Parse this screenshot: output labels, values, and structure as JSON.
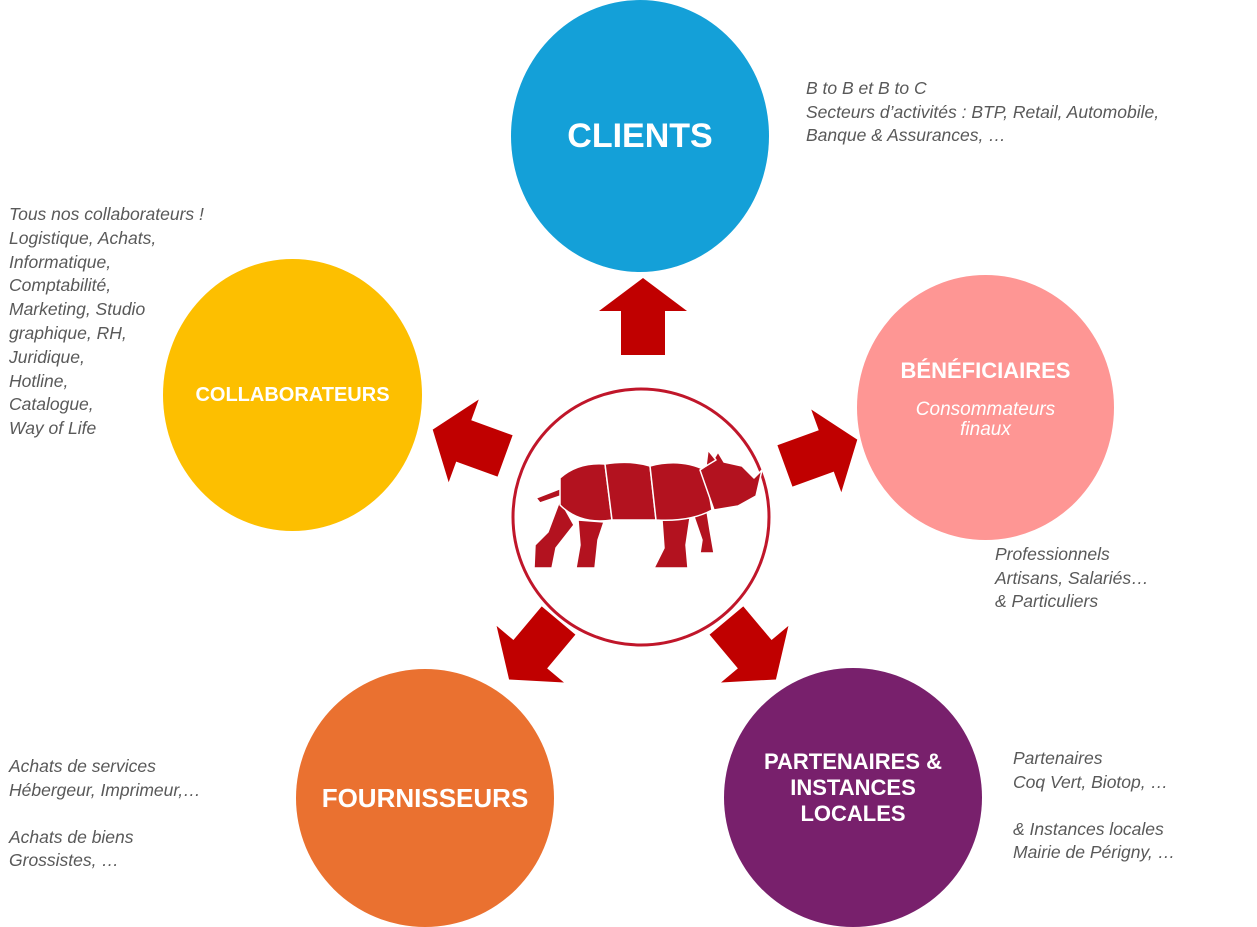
{
  "colors": {
    "clients": "#14a0d8",
    "collaborateurs": "#fdbf00",
    "beneficiaires": "#fe9694",
    "fournisseurs": "#ea7130",
    "partenaires": "#78206c",
    "arrow": "#c00000",
    "logo": "#b3121f"
  },
  "center": {
    "icon": "rhino-logo-icon"
  },
  "clients": {
    "title": "CLIENTS",
    "note": "B to B et B to C\nSecteurs d’activités : BTP, Retail, Automobile,\nBanque & Assurances, …"
  },
  "collaborateurs": {
    "title": "COLLABORATEURS",
    "note": "Tous nos collaborateurs !\nLogistique, Achats,\nInformatique,\nComptabilité,\nMarketing, Studio\ngraphique, RH,\nJuridique,\nHotline,\nCatalogue,\nWay of Life"
  },
  "beneficiaires": {
    "title": "BÉNÉFICIAIRES",
    "subtitle": "Consommateurs finaux",
    "note": "Professionnels\nArtisans, Salariés…\n& Particuliers"
  },
  "fournisseurs": {
    "title": "FOURNISSEURS",
    "note": "Achats de services\nHébergeur, Imprimeur,…\n\nAchats de biens\nGrossistes, …"
  },
  "partenaires": {
    "title": "PARTENAIRES & INSTANCES LOCALES",
    "note": "Partenaires\nCoq Vert, Biotop, …\n\n& Instances locales\nMairie de Périgny, …"
  }
}
